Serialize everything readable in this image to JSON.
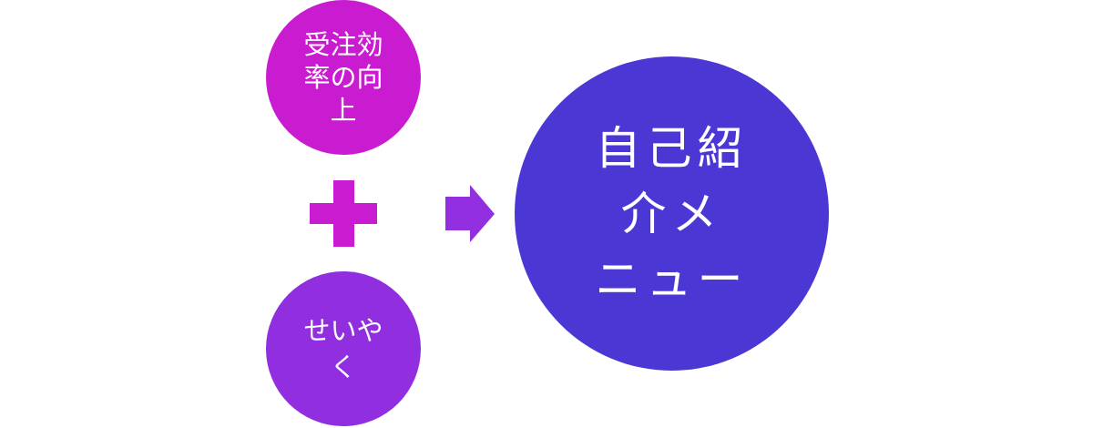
{
  "circles": {
    "top": {
      "lines": [
        "受注効",
        "率の向",
        "上"
      ],
      "color": "#c91cd1"
    },
    "bottom": {
      "lines": [
        "せいや",
        "く"
      ],
      "color": "#902ee0"
    },
    "result": {
      "lines": [
        "自己紹",
        "介メ",
        "ニュー"
      ],
      "color": "#4b37d3"
    }
  },
  "operators": {
    "plus": "plus-icon",
    "arrow": "right-arrow-icon"
  }
}
